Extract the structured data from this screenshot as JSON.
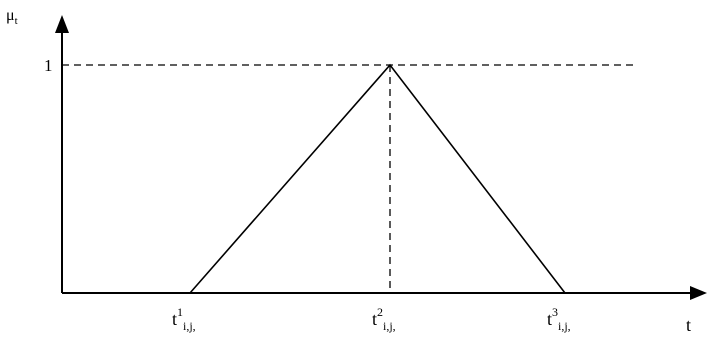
{
  "chart_data": {
    "type": "line",
    "title": "",
    "xlabel": "t",
    "ylabel_main": "μ",
    "ylabel_sub": "t",
    "y_tick_label": "1",
    "ylim": [
      0,
      1
    ],
    "grid": false,
    "x_categories": [
      {
        "base": "t",
        "sup": "1",
        "sub": "i,j,"
      },
      {
        "base": "t",
        "sup": "2",
        "sub": "i,j,"
      },
      {
        "base": "t",
        "sup": "3",
        "sub": "i,j,"
      }
    ],
    "series": [
      {
        "x": [
          1,
          2,
          3
        ],
        "y": [
          0,
          1,
          0
        ]
      }
    ],
    "reference_lines": [
      {
        "kind": "horizontal",
        "y": 1,
        "style": "dashed"
      },
      {
        "kind": "vertical",
        "x": 2,
        "style": "dashed"
      }
    ]
  }
}
